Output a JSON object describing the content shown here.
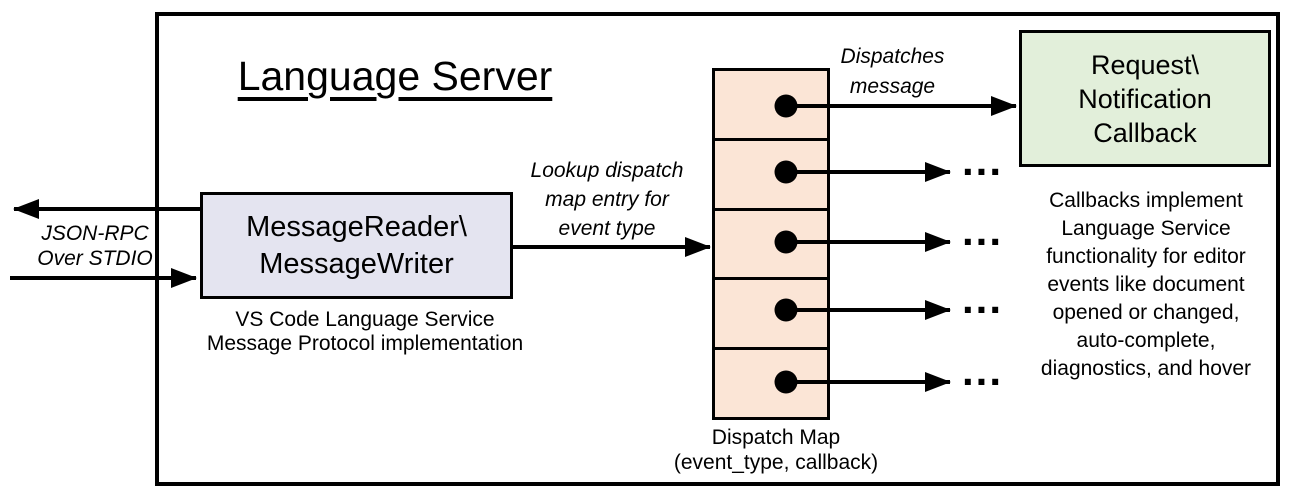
{
  "colors": {
    "outline": "#000000",
    "reader_box_fill": "#e4e4f0",
    "dispatch_cell_fill": "#fbe5d6",
    "callback_box_fill": "#e2efda",
    "background": "#ffffff"
  },
  "diagram": {
    "title": "Language Server",
    "json_rpc_label": {
      "lines": [
        "JSON-RPC",
        "Over STDIO"
      ]
    },
    "reader_box": {
      "lines": [
        "MessageReader\\",
        "MessageWriter"
      ]
    },
    "reader_caption": {
      "lines": [
        "VS Code Language Service",
        "Message Protocol implementation"
      ]
    },
    "lookup_label": {
      "lines": [
        "Lookup dispatch",
        "map entry for",
        "event type"
      ]
    },
    "dispatches_label": {
      "lines": [
        "Dispatches",
        "message"
      ]
    },
    "callback_box": {
      "lines": [
        "Request\\",
        "Notification",
        "Callback"
      ]
    },
    "callbacks_note": {
      "lines": [
        "Callbacks implement",
        "Language Service",
        "functionality for editor",
        "events like document",
        "opened or changed,",
        "auto-complete,",
        "diagnostics, and hover"
      ]
    },
    "dispatch_map": {
      "cell_count": 5,
      "label_lines": [
        "Dispatch Map",
        "(event_type, callback)"
      ]
    },
    "ellipsis": "..."
  }
}
